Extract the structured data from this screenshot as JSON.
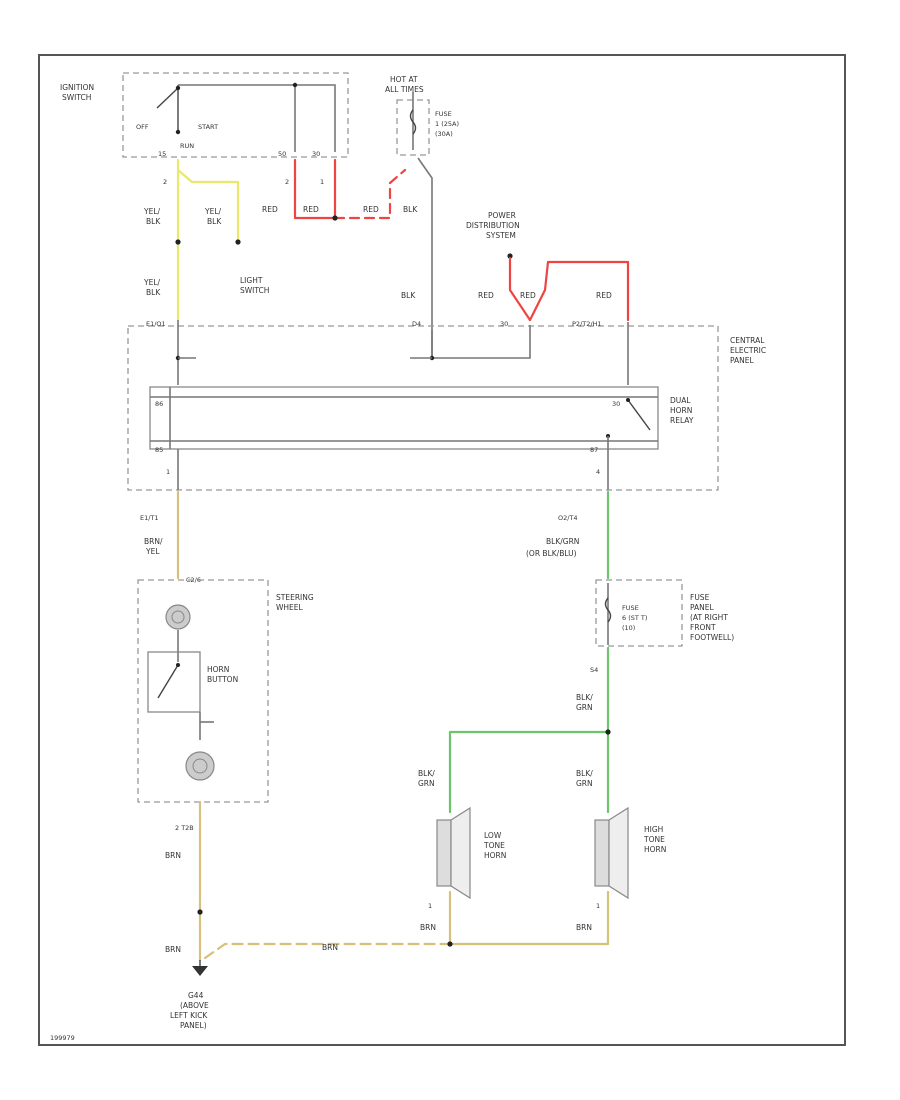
{
  "colors": {
    "yellow": "#e8e86a",
    "red": "#ee4444",
    "green": "#6cc46c",
    "tan": "#d6c07a",
    "wire_gray": "#777777",
    "border": "#555555"
  },
  "labels": {
    "ignition_switch_l1": "IGNITION",
    "ignition_switch_l2": "SWITCH",
    "off": "OFF",
    "start": "START",
    "run": "RUN",
    "hot_at_l1": "HOT AT",
    "hot_at_l2": "ALL TIMES",
    "fuse_main_l1": "FUSE",
    "fuse_main_l2": "1 (25A)",
    "fuse_main_l3": "(30A)",
    "terminal_15": "15",
    "terminal_50": "50",
    "terminal_30": "30",
    "pin_2a": "2",
    "pin_1a": "1",
    "yel_blk_1": "YEL/",
    "yel_blk_1b": "BLK",
    "yel_blk_2": "YEL/",
    "yel_blk_2b": "BLK",
    "yel_blk_3": "YEL/",
    "yel_blk_3b": "BLK",
    "red_1": "RED",
    "red_2": "RED",
    "red_3": "RED",
    "blk_1": "BLK",
    "light_switch_l1": "LIGHT",
    "light_switch_l2": "SWITCH",
    "power_dist_l1": "POWER",
    "power_dist_l2": "DISTRIBUTION",
    "power_dist_l3": "SYSTEM",
    "blk_2": "BLK",
    "red_4": "RED",
    "red_5": "RED",
    "red_6": "RED",
    "conn_e1_top": "E1/O1",
    "conn_d4": "D4",
    "conn_30": "30",
    "conn_p2": "P2/T2/H1",
    "central_panel_l1": "CENTRAL",
    "central_panel_l2": "ELECTRIC",
    "central_panel_l3": "PANEL",
    "relay_86": "86",
    "relay_85": "85",
    "relay_87": "87",
    "relay_30": "30",
    "dual_horn_l1": "DUAL",
    "dual_horn_l2": "HORN",
    "dual_horn_l3": "RELAY",
    "pin_1b": "1",
    "pin_4b": "4",
    "conn_e1_bot": "E1/T1",
    "brn_yel_1": "BRN/",
    "brn_yel_1b": "YEL",
    "conn_c2": "C2/6",
    "conn_o2": "O2/T4",
    "blk_grn_alt_1": "BLK/GRN",
    "blk_grn_alt_2": "(OR BLK/BLU)",
    "steering_wheel_l1": "STEERING",
    "steering_wheel_l2": "WHEEL",
    "horn_button_l1": "HORN",
    "horn_button_l2": "BUTTON",
    "fuse_panel_l1": "FUSE",
    "fuse_panel_l2": "PANEL",
    "fuse_panel_l3": "(AT RIGHT",
    "fuse_panel_l4": "FRONT",
    "fuse_panel_l5": "FOOTWELL)",
    "fuse_inner_l1": "FUSE",
    "fuse_inner_l2": "6 (ST T)",
    "fuse_inner_l3": "(10)",
    "conn_s4": "S4",
    "blk_grn_1": "BLK/",
    "blk_grn_1b": "GRN",
    "blk_grn_2": "BLK/",
    "blk_grn_2b": "GRN",
    "blk_grn_3": "BLK/",
    "blk_grn_3b": "GRN",
    "low_horn_l1": "LOW",
    "low_horn_l2": "TONE",
    "low_horn_l3": "HORN",
    "high_horn_l1": "HIGH",
    "high_horn_l2": "TONE",
    "high_horn_l3": "HORN",
    "conn_t2b": "2 T2B",
    "brn_1": "BRN",
    "brn_2": "BRN",
    "brn_3": "BRN",
    "brn_4": "BRN",
    "brn_5": "BRN",
    "pin_1c": "1",
    "pin_1d": "1",
    "ground_l1": "G44",
    "ground_l2": "(ABOVE",
    "ground_l3": "LEFT KICK",
    "ground_l4": "PANEL)",
    "figure_id": "199979"
  }
}
